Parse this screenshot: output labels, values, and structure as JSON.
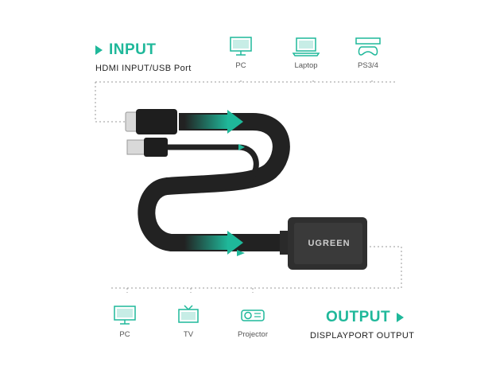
{
  "input": {
    "title": "INPUT",
    "subtitle": "HDMI INPUT/USB Port",
    "devices": [
      {
        "label": "PC",
        "icon": "monitor-icon"
      },
      {
        "label": "Laptop",
        "icon": "laptop-icon"
      },
      {
        "label": "PS3/4",
        "icon": "game-console-icon"
      }
    ]
  },
  "output": {
    "title": "OUTPUT",
    "subtitle": "DISPLAYPORT OUTPUT",
    "devices": [
      {
        "label": "PC",
        "icon": "monitor-icon"
      },
      {
        "label": "TV",
        "icon": "tv-icon"
      },
      {
        "label": "Projector",
        "icon": "projector-icon"
      }
    ]
  },
  "brand": "UGREEN",
  "colors": {
    "accent": "#1fb89a",
    "cable": "#222222",
    "dotted": "#9a9a9a"
  }
}
